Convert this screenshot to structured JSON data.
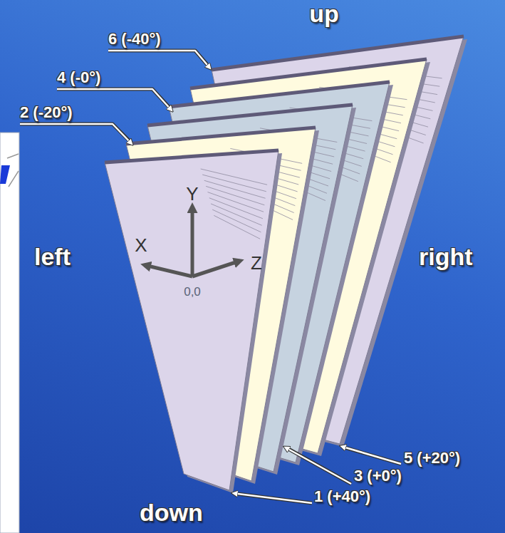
{
  "diagram": {
    "labels": [
      "up",
      "6 (-40°)",
      "4 (-0°)",
      "2 (-20°)",
      "Y",
      "X",
      "Z",
      "0,0",
      "left",
      "right",
      "5 (+20°)",
      "3 (+0°)",
      "down",
      "1 (+40°)"
    ]
  }
}
